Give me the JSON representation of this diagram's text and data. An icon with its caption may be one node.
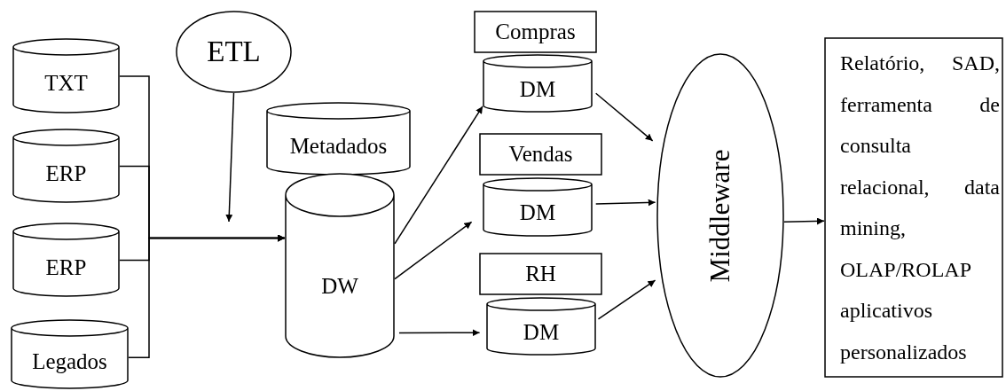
{
  "diagram": {
    "nodes": [
      {
        "text": [
          "TXT"
        ]
      },
      {
        "text": [
          "ERP"
        ]
      },
      {
        "text": [
          "ERP"
        ]
      },
      {
        "text": [
          "Legados"
        ]
      },
      {
        "text": [
          "ETL"
        ]
      },
      {
        "text": [
          "Metadados"
        ]
      },
      {
        "text": [
          "DW"
        ]
      },
      {
        "text": [
          "Compras"
        ]
      },
      {
        "text": [
          "DM"
        ]
      },
      {
        "text": [
          "Vendas"
        ]
      },
      {
        "text": [
          "DM"
        ]
      },
      {
        "text": [
          "RH"
        ]
      },
      {
        "text": [
          "DM"
        ]
      },
      {
        "text": [
          "Middleware"
        ]
      },
      {
        "text": [
          "Relatório, SAD, ferramenta de consulta relacional, data mining, OLAP/ROLAP aplicativos personalizados"
        ]
      }
    ],
    "edges": [
      {
        "from": 0,
        "to": 6,
        "arrow": "to"
      },
      {
        "from": 1,
        "to": 6,
        "arrow": "to"
      },
      {
        "from": 2,
        "to": 6,
        "arrow": "to"
      },
      {
        "from": 3,
        "to": 6,
        "arrow": "to"
      },
      {
        "from": 4,
        "to": null,
        "arrow": "to"
      },
      {
        "from": 6,
        "to": 8,
        "arrow": "to"
      },
      {
        "from": 6,
        "to": 10,
        "arrow": "to"
      },
      {
        "from": 6,
        "to": 12,
        "arrow": "to"
      },
      {
        "from": 8,
        "to": 13,
        "arrow": "to"
      },
      {
        "from": 10,
        "to": 13,
        "arrow": "to"
      },
      {
        "from": 12,
        "to": 13,
        "arrow": "to"
      },
      {
        "from": 13,
        "to": 14,
        "arrow": "to"
      }
    ]
  }
}
